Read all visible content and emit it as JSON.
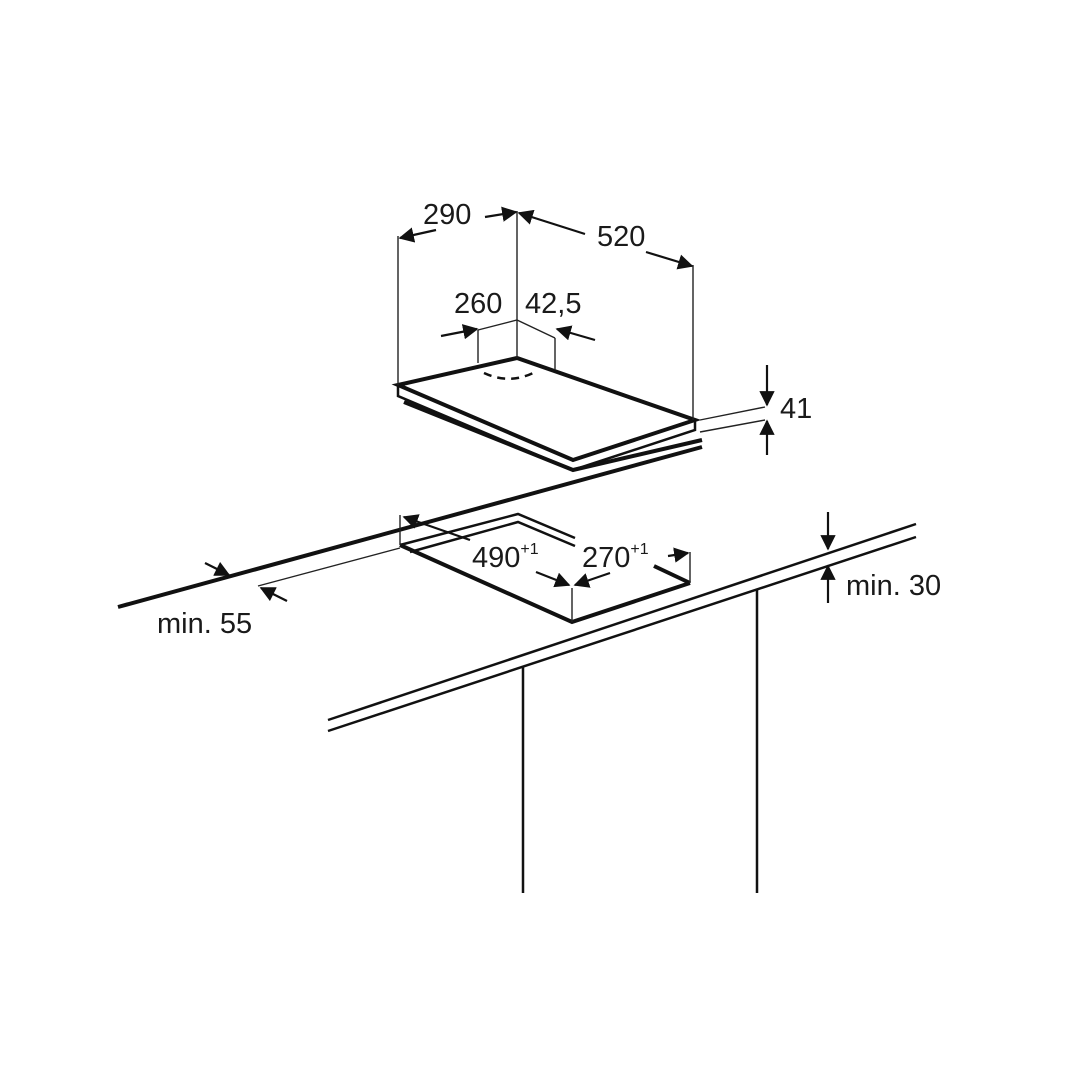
{
  "diagram": {
    "title_hidden": "",
    "dimensions": {
      "hob_width": "290",
      "hob_depth": "520",
      "burner_offset_a": "260",
      "burner_offset_b": "42,5",
      "hob_height": "41",
      "cutout_depth": "490",
      "cutout_depth_tolerance": "+1",
      "cutout_width": "270",
      "cutout_width_tolerance": "+1",
      "min_back_distance": "min. 55",
      "min_front_distance": "min. 30"
    },
    "colors": {
      "line": "#111111",
      "background": "#ffffff"
    }
  }
}
